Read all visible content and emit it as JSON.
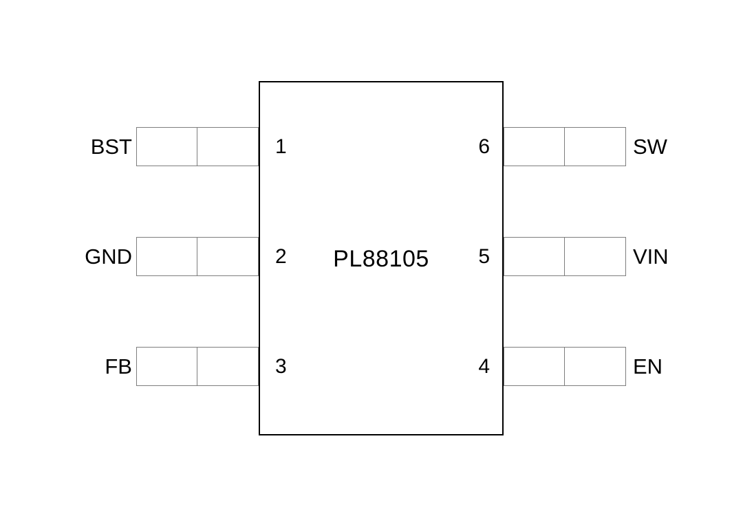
{
  "diagram": {
    "type": "ic-pinout",
    "package_outline_color": "#000000",
    "pin_outline_color": "#7d7d7d",
    "background_color": "#ffffff",
    "chip": {
      "part_number": "PL88105"
    },
    "left_pins": [
      {
        "number": "1",
        "name": "BST"
      },
      {
        "number": "2",
        "name": "GND"
      },
      {
        "number": "3",
        "name": "FB"
      }
    ],
    "right_pins": [
      {
        "number": "6",
        "name": "SW"
      },
      {
        "number": "5",
        "name": "VIN"
      },
      {
        "number": "4",
        "name": "EN"
      }
    ]
  }
}
